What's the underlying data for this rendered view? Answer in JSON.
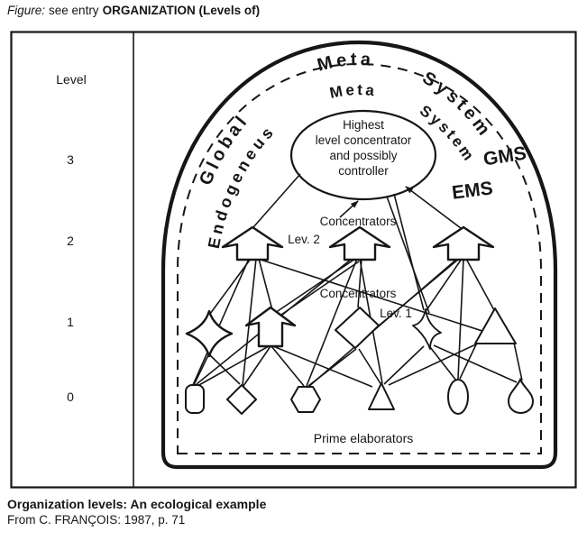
{
  "page": {
    "top_caption": {
      "prefix": "Figure:",
      "middle": "see entry",
      "bold": "ORGANIZATION (Levels of)"
    },
    "bottom_caption": {
      "title": "Organization levels: An ecological example",
      "source": "From C. FRANÇOIS: 1987, p. 71"
    }
  },
  "levels": {
    "label": "Level",
    "items": [
      "3",
      "2",
      "1",
      "0"
    ]
  },
  "arch": {
    "outer_words": [
      "Global",
      "Meta",
      "System"
    ],
    "inner_words": [
      "Endogeneus",
      "Meta",
      "System"
    ],
    "outer_abbr": "GMS",
    "inner_abbr": "EMS"
  },
  "nodes": {
    "top_ellipse_lines": [
      "Highest",
      "level concentrator",
      "and possibly",
      "controller"
    ],
    "concentrators2": {
      "label": "Concentrators",
      "level": "Lev. 2"
    },
    "concentrators1": {
      "label": "Concentrators",
      "level": "Lev. 1"
    },
    "prime": "Prime elaborators"
  },
  "diagram": {
    "edges": [
      [
        333,
        193,
        281,
        252
      ],
      [
        437,
        215,
        470,
        344
      ],
      [
        429,
        218,
        476,
        347
      ],
      [
        276,
        287,
        214,
        427
      ],
      [
        284,
        287,
        269,
        427
      ],
      [
        278,
        287,
        233,
        348
      ],
      [
        287,
        287,
        302,
        344
      ],
      [
        289,
        288,
        569,
        378
      ],
      [
        390,
        287,
        218,
        426
      ],
      [
        394,
        287,
        305,
        347
      ],
      [
        398,
        290,
        309,
        351
      ],
      [
        396,
        287,
        340,
        428
      ],
      [
        399,
        287,
        424,
        425
      ],
      [
        401,
        287,
        397,
        341
      ],
      [
        509,
        287,
        419,
        362
      ],
      [
        512,
        287,
        473,
        344
      ],
      [
        514,
        287,
        508,
        420
      ],
      [
        517,
        287,
        548,
        344
      ],
      [
        507,
        287,
        342,
        429
      ],
      [
        231,
        394,
        215,
        427
      ],
      [
        233,
        394,
        266,
        426
      ],
      [
        298,
        384,
        219,
        428
      ],
      [
        300,
        384,
        270,
        428
      ],
      [
        301,
        384,
        337,
        428
      ],
      [
        303,
        384,
        413,
        429
      ],
      [
        395,
        387,
        342,
        428
      ],
      [
        398,
        387,
        423,
        427
      ],
      [
        470,
        384,
        426,
        426
      ],
      [
        477,
        385,
        506,
        422
      ],
      [
        529,
        380,
        510,
        420
      ],
      [
        570,
        380,
        579,
        422
      ],
      [
        532,
        380,
        431,
        427
      ],
      [
        481,
        383,
        573,
        424
      ]
    ],
    "arrow_edges": [
      [
        377,
        241,
        397,
        223
      ],
      [
        511,
        253,
        450,
        207
      ]
    ]
  },
  "colors": {
    "ink": "#161616",
    "background": "#ffffff"
  }
}
